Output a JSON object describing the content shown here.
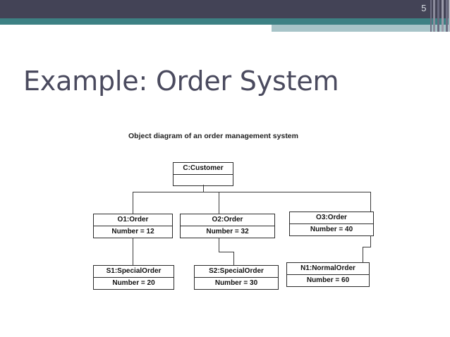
{
  "slide": {
    "number": "5",
    "title": "Example: Order System",
    "theme": {
      "navy": "#434356",
      "teal": "#3d8184",
      "pale_teal": "#a7c4c8",
      "title_color": "#4a4a5e",
      "slide_number_color": "#d9dde3"
    }
  },
  "diagram": {
    "caption": "Object diagram of an order management system",
    "nodes": {
      "customer": {
        "name": "C:Customer",
        "attribute": ""
      },
      "order1": {
        "name": "O1:Order",
        "attribute": "Number = 12"
      },
      "order2": {
        "name": "O2:Order",
        "attribute": "Number = 32"
      },
      "order3": {
        "name": "O3:Order",
        "attribute": "Number = 40"
      },
      "special1": {
        "name": "S1:SpecialOrder",
        "attribute": "Number = 20"
      },
      "special2": {
        "name": "S2:SpecialOrder",
        "attribute": "Number = 30"
      },
      "normal1": {
        "name": "N1:NormalOrder",
        "attribute": "Number = 60"
      }
    }
  }
}
